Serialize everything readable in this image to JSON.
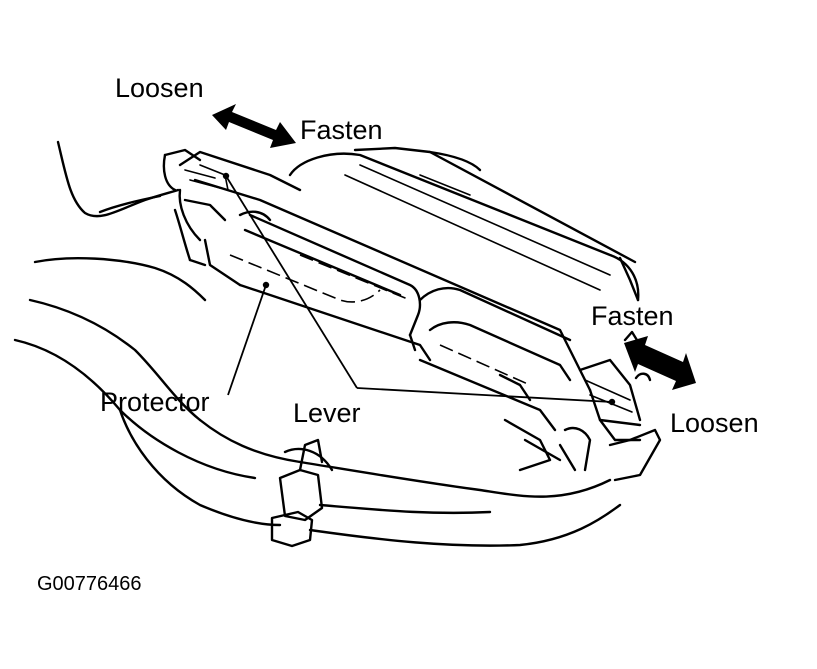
{
  "labels": {
    "loosen_top": "Loosen",
    "fasten_top": "Fasten",
    "fasten_right": "Fasten",
    "loosen_right": "Loosen",
    "protector": "Protector",
    "lever": "Lever"
  },
  "figure_code": "G00776466",
  "icons": {
    "arrow_top": "double-arrow-icon",
    "arrow_right": "double-arrow-icon"
  },
  "colors": {
    "ink": "#000000",
    "background": "#ffffff"
  }
}
